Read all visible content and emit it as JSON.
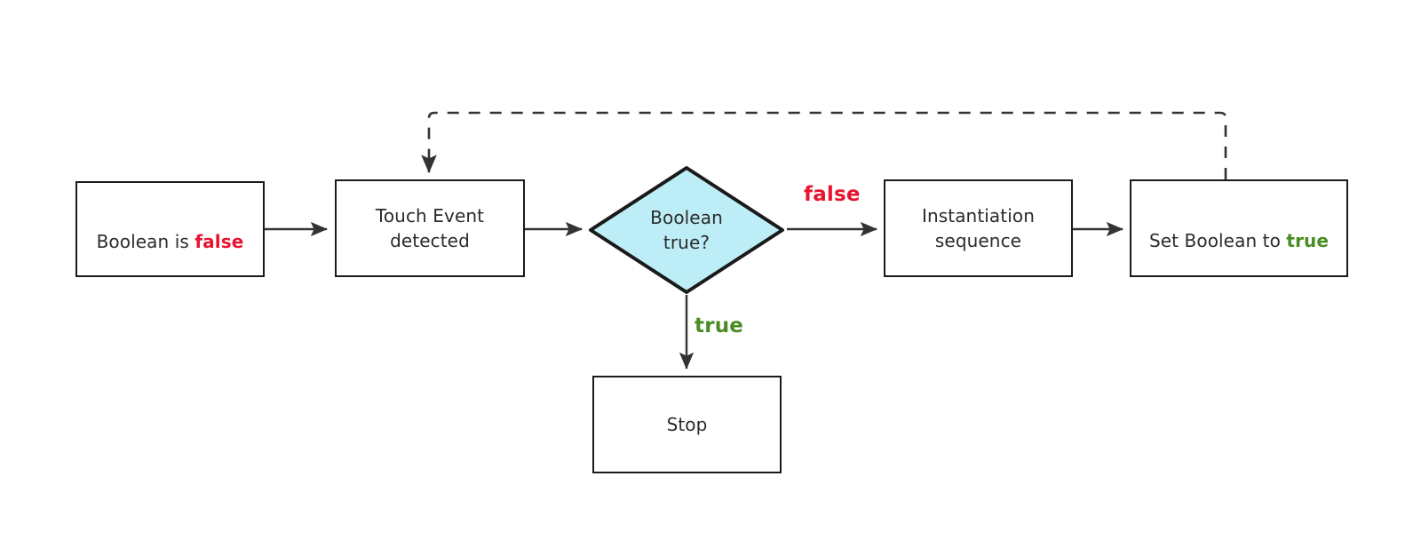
{
  "diagram": {
    "title": "Touch event boolean guard flowchart",
    "background_color": "#ffffff",
    "stroke_color": "#1a1a1a",
    "decision_fill_color": "#bdeef7",
    "false_color": "#e8132f",
    "true_color": "#4a8c23",
    "text_color": "#2b2b2b"
  },
  "nodes": {
    "boolean_false": {
      "shape": "process",
      "text_prefix": "Boolean is ",
      "keyword": "false"
    },
    "touch_event": {
      "shape": "process",
      "text": "Touch Event\ndetected"
    },
    "decision": {
      "shape": "decision",
      "text": "Boolean\ntrue?",
      "fill": "#bdeef7"
    },
    "instantiation": {
      "shape": "process",
      "text": "Instantiation\nsequence"
    },
    "set_boolean": {
      "shape": "process",
      "text_prefix": "Set Boolean to ",
      "keyword": "true"
    },
    "stop": {
      "shape": "process",
      "text": "Stop"
    }
  },
  "edges": {
    "start_to_touch": {
      "label": "",
      "style": "solid",
      "arrow": true
    },
    "touch_to_decision": {
      "label": "",
      "style": "solid",
      "arrow": true
    },
    "decision_to_instantiation": {
      "label": "false",
      "style": "solid",
      "arrow": true
    },
    "decision_to_stop": {
      "label": "true",
      "style": "solid",
      "arrow": true
    },
    "instantiation_to_set": {
      "label": "",
      "style": "solid",
      "arrow": true
    },
    "set_back_to_touch": {
      "label": "",
      "style": "dashed",
      "arrow": true
    }
  }
}
